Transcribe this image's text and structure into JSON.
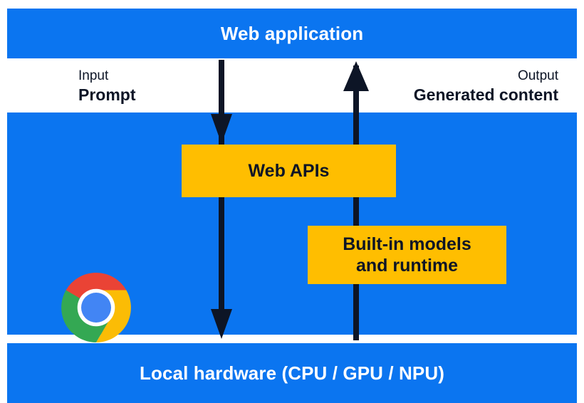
{
  "diagram": {
    "title": "Web application",
    "bands": [
      {
        "id": "web-application",
        "label": "Web application"
      },
      {
        "id": "browser",
        "label": "Browser"
      },
      {
        "id": "local-hardware",
        "label": "Local hardware (CPU / GPU / NPU)"
      }
    ],
    "flows": [
      {
        "id": "input",
        "kind": "Input",
        "value": "Prompt",
        "direction": "down"
      },
      {
        "id": "output",
        "kind": "Output",
        "value": "Generated content",
        "direction": "up"
      }
    ],
    "boxes": [
      {
        "id": "web-apis",
        "label": "Web APIs"
      },
      {
        "id": "builtin-models",
        "label": "Built-in models\nand runtime"
      }
    ],
    "icons": {
      "browser": "chrome-logo-icon"
    },
    "colors": {
      "band_blue": "#0b75f0",
      "box_yellow": "#ffbe00",
      "arrow_navy": "#0d1526",
      "text_on_blue": "#ffffff",
      "text_dark": "#0d1526",
      "chrome_red": "#ea4335",
      "chrome_yellow": "#fbbc05",
      "chrome_green": "#34a853",
      "chrome_blue": "#4285f4",
      "background": "#ffffff"
    }
  }
}
